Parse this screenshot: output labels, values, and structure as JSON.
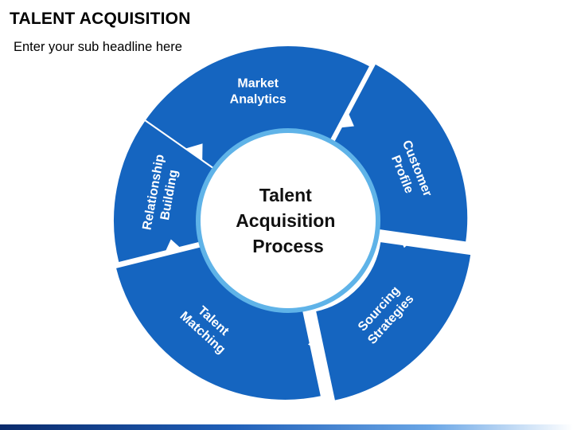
{
  "slide": {
    "title": "TALENT ACQUISITION",
    "subtitle": "Enter your sub headline here"
  },
  "diagram": {
    "center_lines": [
      "Talent",
      "Acquisition",
      "Process"
    ],
    "segments": [
      {
        "id": "market-analytics",
        "lines": [
          "Market",
          "Analytics"
        ]
      },
      {
        "id": "customer-profile",
        "lines": [
          "Customer",
          "Profile"
        ]
      },
      {
        "id": "sourcing-strategies",
        "lines": [
          "Sourcing",
          "Strategies"
        ]
      },
      {
        "id": "talent-matching",
        "lines": [
          "Talent",
          "Matching"
        ]
      },
      {
        "id": "relationship-building",
        "lines": [
          "Relationship",
          "Building"
        ]
      }
    ],
    "colors": {
      "segment_fill": "#1565c0",
      "segment_border": "#ffffff",
      "inner_ring": "#5fb3e8",
      "center_fill": "#ffffff",
      "arrow_fill": "#ffffff"
    }
  }
}
